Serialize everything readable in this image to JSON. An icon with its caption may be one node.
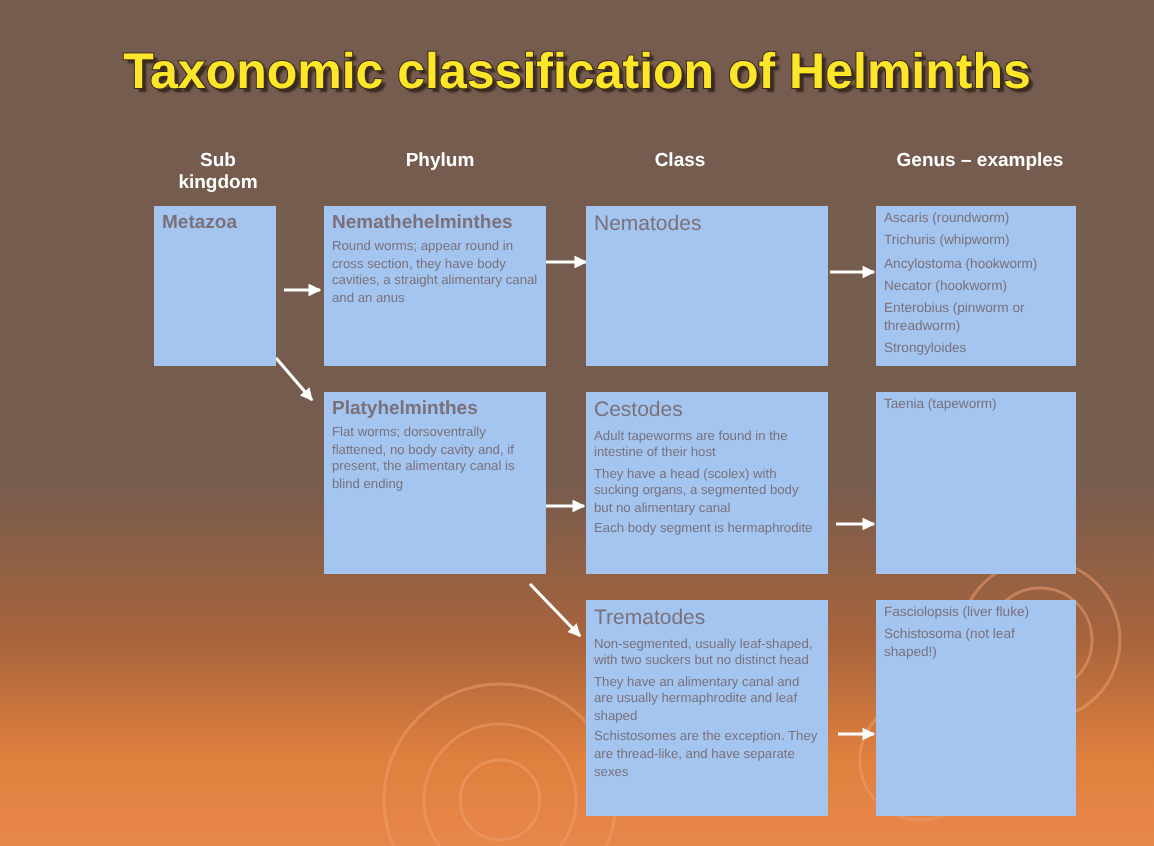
{
  "diagram": {
    "title": "Taxonomic classification of Helminths",
    "nodes": [
      {
        "text": [
          "Metazoa"
        ]
      },
      {
        "text": [
          "Nemathehelminthes",
          "Round worms; appear round in cross section, they have body cavities,  a straight alimentary canal and an anus"
        ]
      },
      {
        "text": [
          "Platyhelminthes",
          "Flat worms; dorsoventrally flattened, no body cavity and, if present, the alimentary canal is blind ending"
        ]
      },
      {
        "text": [
          "Nematodes"
        ]
      },
      {
        "text": [
          "Cestodes",
          "Adult tapeworms are found in the intestine of their host",
          "They have a head (scolex) with sucking organs, a segmented body but no alimentary canal",
          "Each body segment is hermaphrodite"
        ]
      },
      {
        "text": [
          "Trematodes",
          "Non-segmented, usually leaf-shaped, with two suckers but no distinct head",
          "They have an alimentary canal and are usually hermaphrodite and leaf shaped",
          "Schistosomes are the exception. They are thread-like, and have separate sexes"
        ]
      },
      {
        "text": [
          "Ascaris (roundworm)",
          "Trichuris (whipworm)",
          "Ancylostoma (hookworm)",
          "Necator (hookworm)",
          "Enterobius (pinworm or threadworm)",
          "Strongyloides"
        ]
      },
      {
        "text": [
          "Taenia (tapeworm)"
        ]
      },
      {
        "text": [
          "Fasciolopsis (liver fluke)",
          "Schistosoma (not leaf shaped!)"
        ]
      }
    ],
    "edges": [
      {
        "from": 0,
        "to": 1,
        "arrow": "to"
      },
      {
        "from": 0,
        "to": 2,
        "arrow": "to"
      },
      {
        "from": 1,
        "to": 3,
        "arrow": "to"
      },
      {
        "from": 2,
        "to": 4,
        "arrow": "to"
      },
      {
        "from": 2,
        "to": 5,
        "arrow": "to"
      },
      {
        "from": 3,
        "to": 6,
        "arrow": "to"
      },
      {
        "from": 4,
        "to": 7,
        "arrow": "to"
      },
      {
        "from": 5,
        "to": 8,
        "arrow": "to"
      }
    ],
    "labels": [
      "Sub kingdom",
      "Phylum",
      "Class",
      "Genus – examples"
    ]
  }
}
